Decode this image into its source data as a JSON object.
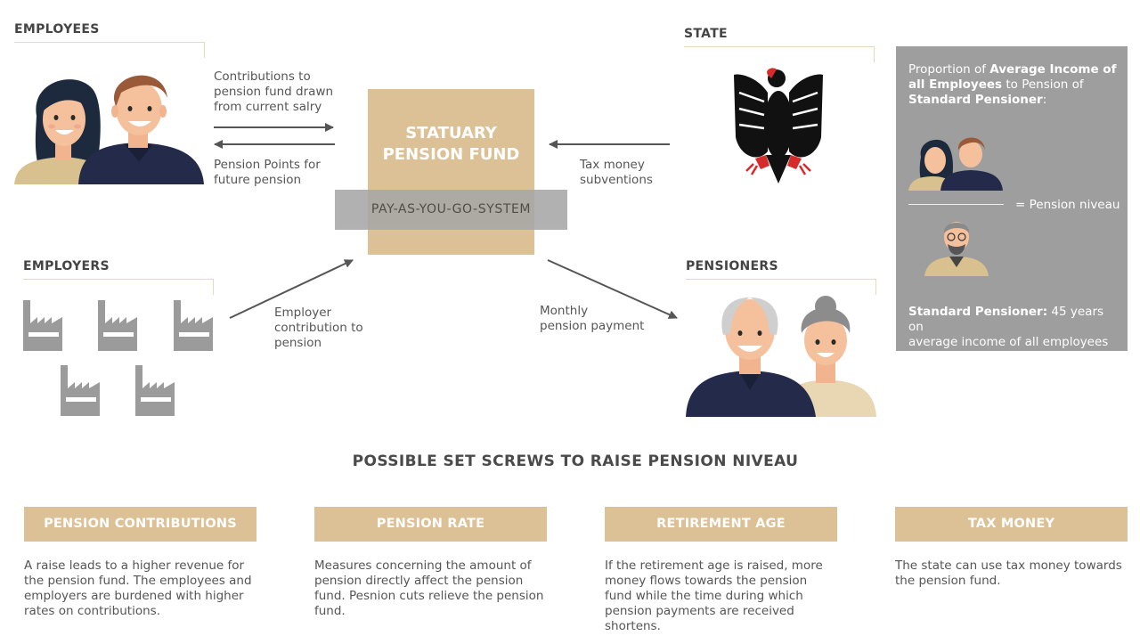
{
  "employees": {
    "heading": "EMPLOYEES",
    "contrib_label": [
      "Contributions to",
      "pension fund drawn",
      "from current salry"
    ],
    "points_label": [
      "Pension Points for",
      "future pension"
    ]
  },
  "state": {
    "heading": "STATE",
    "tax_label": [
      "Tax money",
      "subventions"
    ]
  },
  "fund": {
    "title_line1": "STATUARY",
    "title_line2": "PENSION FUND",
    "system": "PAY-AS-YOU-GO-SYSTEM"
  },
  "employers": {
    "heading": "EMPLOYERS",
    "contrib_label": [
      "Employer",
      "contribution to",
      "pension"
    ]
  },
  "pensioners": {
    "heading": "PENSIONERS",
    "payment_label": [
      "Monthly",
      "pension payment"
    ]
  },
  "info_box": {
    "line1_a": "Proportion of ",
    "line1_b": "Average Income of",
    "line2_b": "all Employees",
    "line2_a": " to Pension of",
    "line3_b": "Standard Pensioner",
    "line3_a": ":",
    "niveau": "= Pension niveau",
    "std_b": "Standard Pensioner:",
    "std_a": " 45 years on",
    "std_line2": "average income of all employees"
  },
  "screws": {
    "title": "POSSIBLE SET SCREWS TO RAISE PENSION NIVEAU",
    "items": [
      {
        "label": "PENSION CONTRIBUTIONS",
        "desc": [
          "A raise leads to a higher revenue for",
          "the pension fund. The employees and",
          "employers are burdened with higher",
          "rates on contributions."
        ]
      },
      {
        "label": "PENSION RATE",
        "desc": [
          "Measures concerning the amount of",
          "pension directly affect the pension",
          "fund. Pesnion cuts relieve the pension",
          "fund."
        ]
      },
      {
        "label": "RETIREMENT AGE",
        "desc": [
          "If the retirement age is raised, more",
          "money flows towards the pension",
          "fund while the time during which",
          "pension payments are received",
          "shortens."
        ]
      },
      {
        "label": "TAX MONEY",
        "desc": [
          "The state can use tax money towards",
          "the pension fund."
        ]
      }
    ]
  },
  "colors": {
    "beige": "#dcc096",
    "gray_box": "#9e9e9e",
    "factory": "#9b9b9b",
    "navy": "#232a4a"
  }
}
